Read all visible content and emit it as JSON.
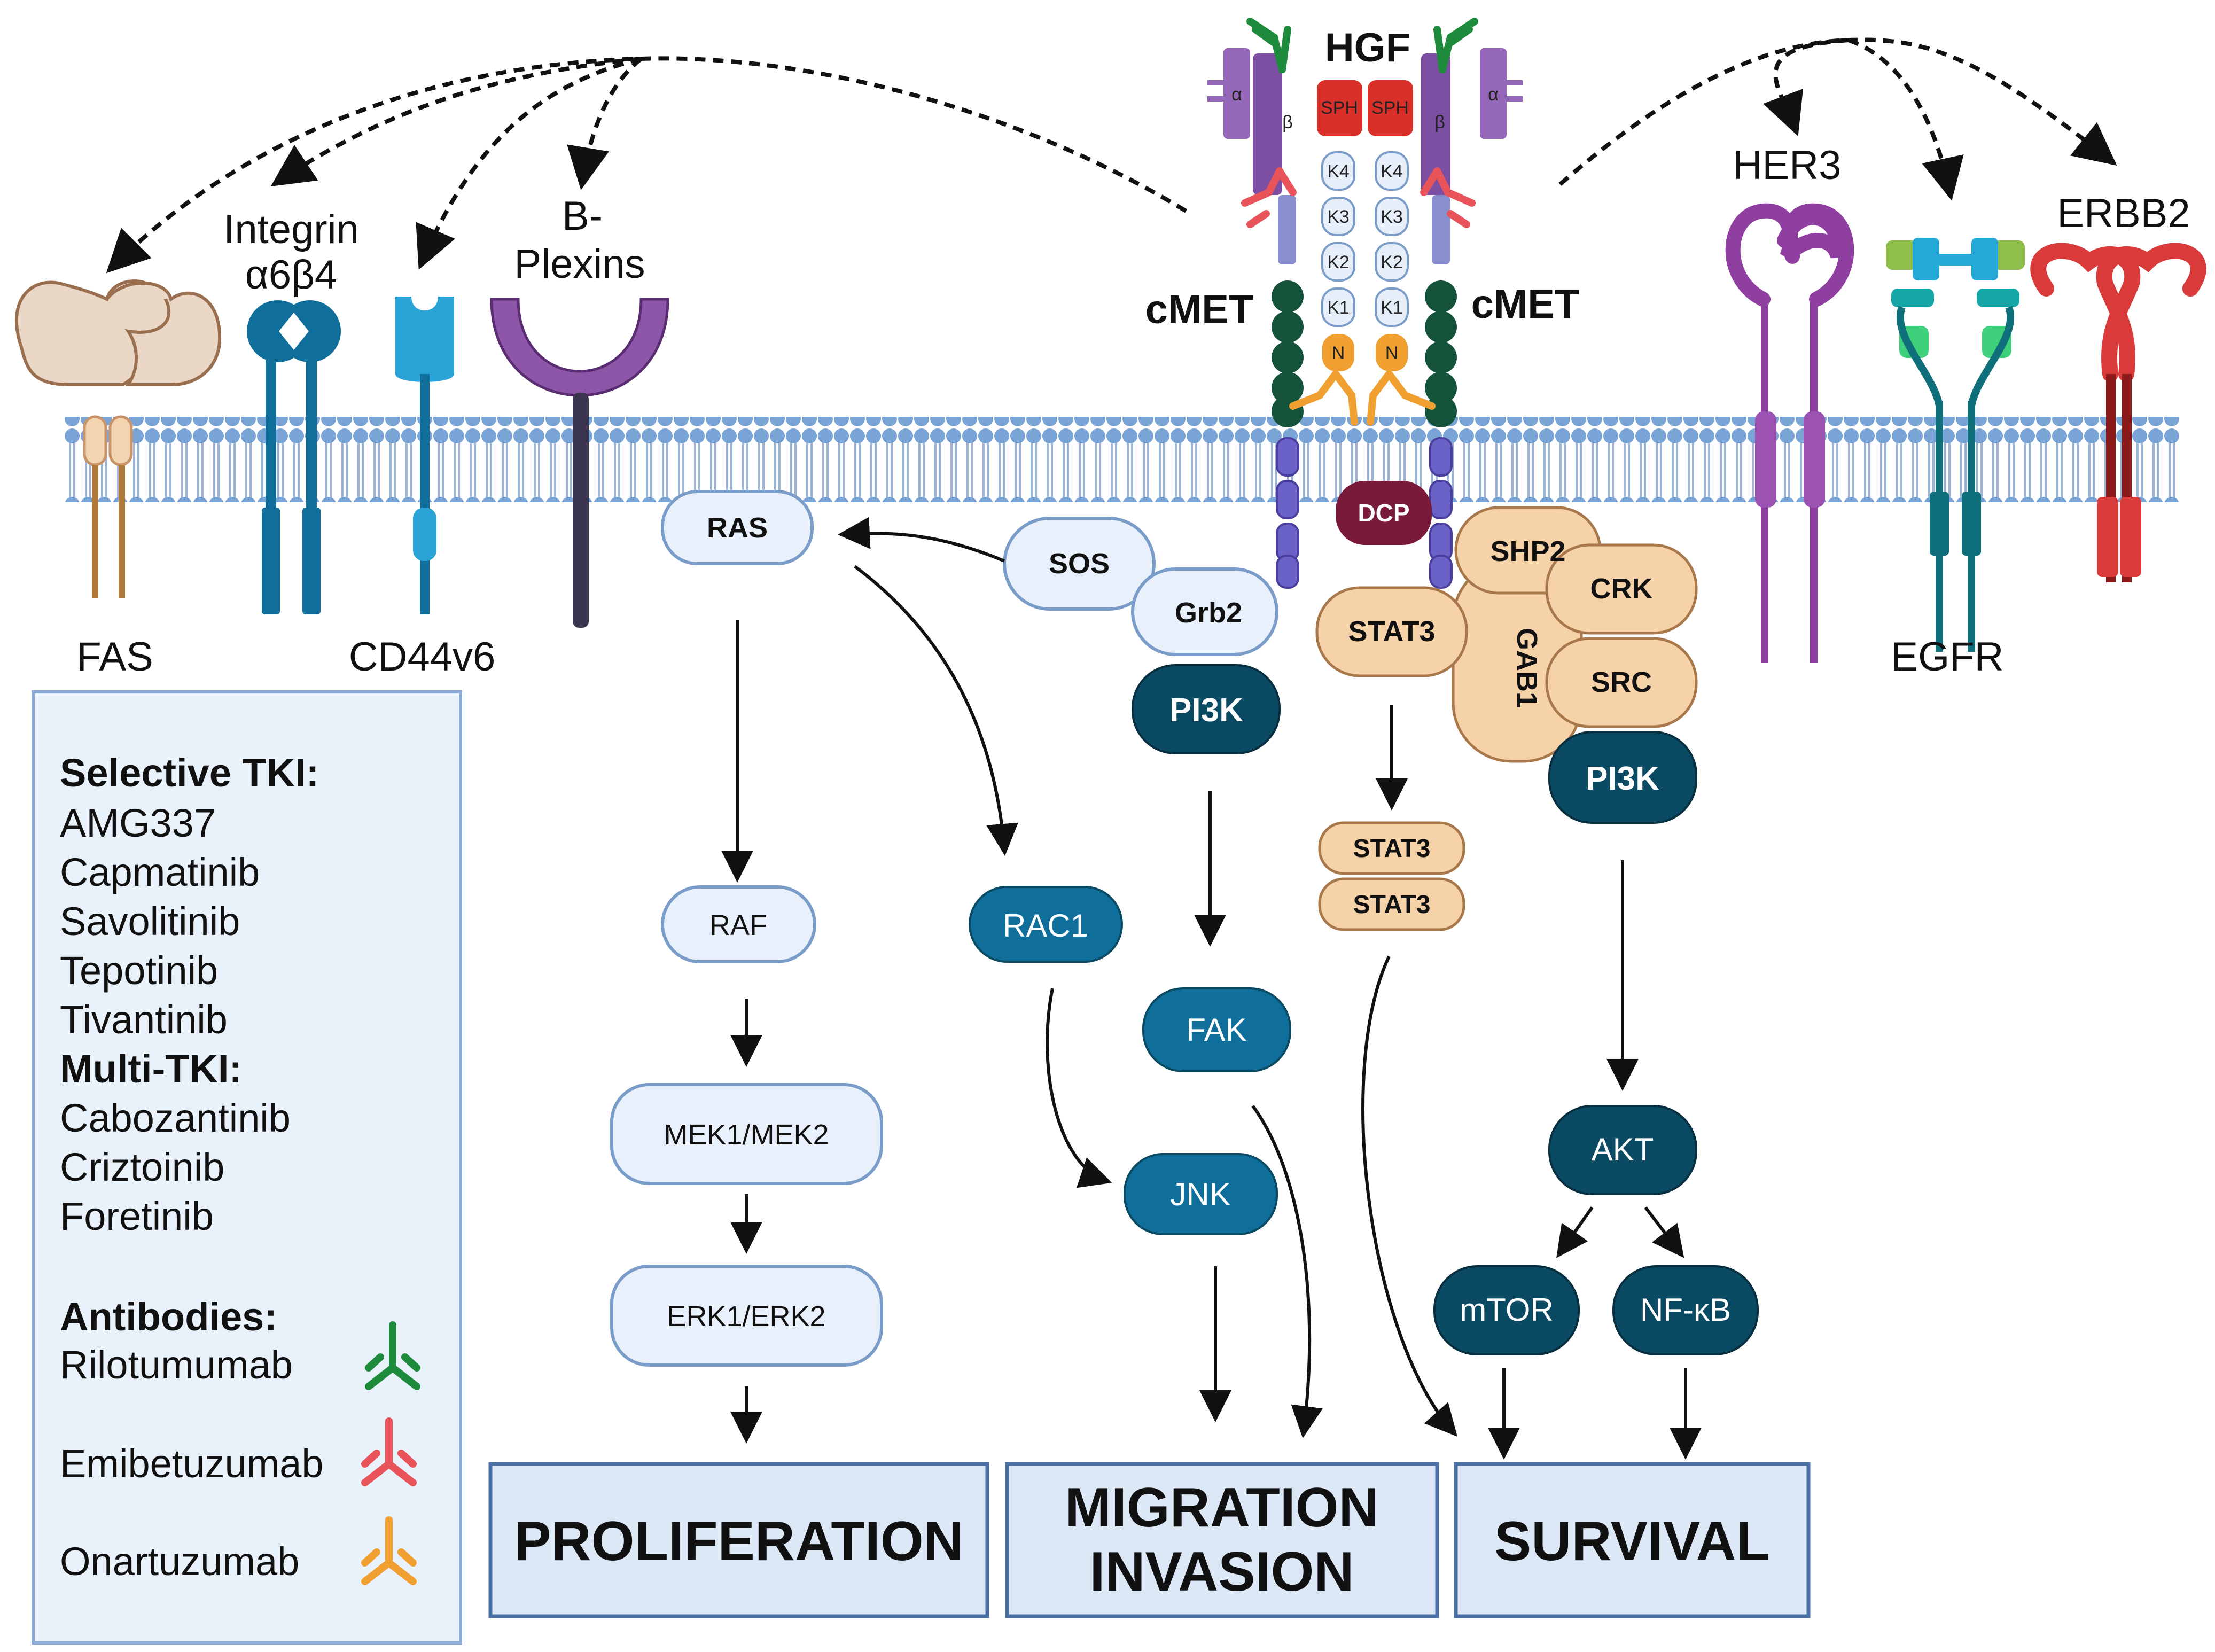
{
  "ligand": {
    "label": "HGF",
    "sph_label": "SPH",
    "kringles": [
      "K4",
      "K3",
      "K2",
      "K1"
    ],
    "n_label": "N"
  },
  "receptor": {
    "left_label": "cMET",
    "right_label": "cMET",
    "alpha_label": "α",
    "beta_label": "β"
  },
  "partners_left": {
    "fas": "FAS",
    "integrin_line1": "Integrin",
    "integrin_line2": "α6β4",
    "cd44": "CD44v6",
    "plexin_line1": "B-",
    "plexin_line2": "Plexins"
  },
  "partners_right": {
    "her3": "HER3",
    "egfr": "EGFR",
    "erbb2": "ERBB2"
  },
  "nodes": {
    "ras": "RAS",
    "raf": "RAF",
    "mek": "MEK1/MEK2",
    "erk": "ERK1/ERK2",
    "sos": "SOS",
    "grb2": "Grb2",
    "pi3k_left": "PI3K",
    "rac1": "RAC1",
    "fak": "FAK",
    "jnk": "JNK",
    "dcp": "DCP",
    "stat3": "STAT3",
    "stat3_dimer_top": "STAT3",
    "stat3_dimer_bottom": "STAT3",
    "shp2": "SHP2",
    "crk": "CRK",
    "gab1": "GAB1",
    "src": "SRC",
    "pi3k_right": "PI3K",
    "akt": "AKT",
    "mtor": "mTOR",
    "nfkb": "NF-κB"
  },
  "outcomes": {
    "proliferation": "PROLIFERATION",
    "migration": "MIGRATION",
    "invasion": "INVASION",
    "survival": "SURVIVAL"
  },
  "legend": {
    "selective_heading": "Selective TKI:",
    "selective_items": [
      "AMG337",
      "Capmatinib",
      "Savolitinib",
      "Tepotinib",
      "Tivantinib"
    ],
    "multi_heading": "Multi-TKI:",
    "multi_items": [
      "Cabozantinib",
      "Criztoinib",
      "Foretinib"
    ],
    "antibodies_heading": "Antibodies:",
    "antibodies": [
      {
        "name": "Rilotumumab",
        "color": "#1e8a3c"
      },
      {
        "name": "Emibetuzumab",
        "color": "#e8545a"
      },
      {
        "name": "Onartuzumab",
        "color": "#f0a030"
      }
    ]
  },
  "colors": {
    "membrane_head": "#7aa3d6",
    "light_node_fill": "#e8f0fb",
    "light_node_stroke": "#7a9cc8",
    "mid_blue": "#0f6f9a",
    "dark_teal": "#0a4a63",
    "tan": "#f5d2a8",
    "cmet_purple": "#9467b8",
    "cmet_green": "#15523a",
    "sph_red": "#d9302a",
    "dcp_maroon": "#7a1a3a",
    "outcome_fill": "#dde8f7",
    "outcome_stroke": "#4a6fa5"
  }
}
